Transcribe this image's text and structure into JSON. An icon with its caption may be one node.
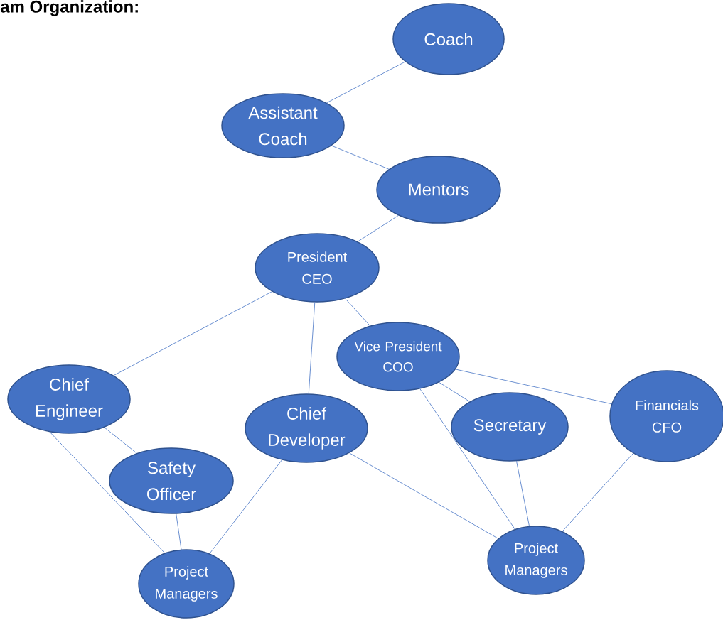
{
  "diagram": {
    "title": "am Organization:",
    "nodes": [
      {
        "text": [
          "Coach"
        ]
      },
      {
        "text": [
          "Assistant Coach"
        ]
      },
      {
        "text": [
          "Mentors"
        ]
      },
      {
        "text": [
          "President CEO"
        ]
      },
      {
        "text": [
          "Vice President COO"
        ]
      },
      {
        "text": [
          "Chief Engineer"
        ]
      },
      {
        "text": [
          "Chief Developer"
        ]
      },
      {
        "text": [
          "Secretary"
        ]
      },
      {
        "text": [
          "Financials CFO"
        ]
      },
      {
        "text": [
          "Safety Officer"
        ]
      },
      {
        "text": [
          "Project Managers"
        ]
      },
      {
        "text": [
          "Project Managers"
        ]
      }
    ],
    "edges": [
      {
        "from": 0,
        "to": 1,
        "arrow": "none"
      },
      {
        "from": 1,
        "to": 2,
        "arrow": "none"
      },
      {
        "from": 2,
        "to": 3,
        "arrow": "none"
      },
      {
        "from": 3,
        "to": 5,
        "arrow": "none"
      },
      {
        "from": 3,
        "to": 6,
        "arrow": "none"
      },
      {
        "from": 3,
        "to": 4,
        "arrow": "none"
      },
      {
        "from": 4,
        "to": 8,
        "arrow": "none"
      },
      {
        "from": 4,
        "to": 7,
        "arrow": "none"
      },
      {
        "from": 4,
        "to": 11,
        "arrow": "none"
      },
      {
        "from": 5,
        "to": 9,
        "arrow": "none"
      },
      {
        "from": 5,
        "to": 10,
        "arrow": "none"
      },
      {
        "from": 9,
        "to": 10,
        "arrow": "none"
      },
      {
        "from": 6,
        "to": 10,
        "arrow": "none"
      },
      {
        "from": 6,
        "to": 11,
        "arrow": "none"
      },
      {
        "from": 7,
        "to": 11,
        "arrow": "none"
      },
      {
        "from": 8,
        "to": 11,
        "arrow": "none"
      }
    ]
  }
}
